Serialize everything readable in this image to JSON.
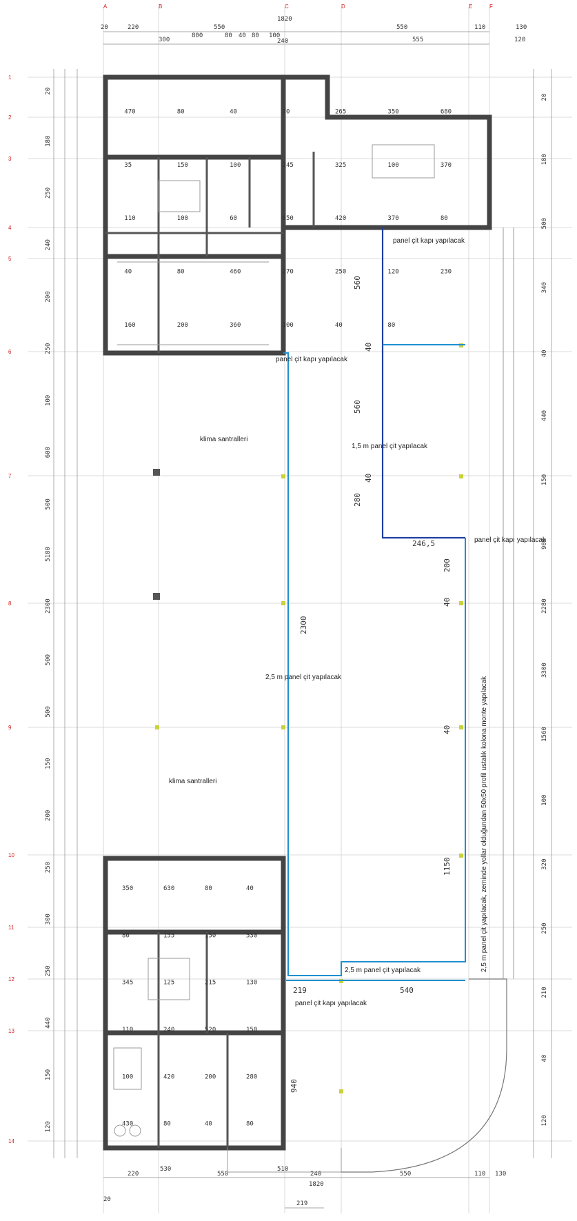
{
  "axes": {
    "columns": [
      "A",
      "B",
      "C",
      "D",
      "E",
      "F"
    ],
    "rows": [
      "1",
      "2",
      "3",
      "4",
      "5",
      "6",
      "7",
      "8",
      "9",
      "10",
      "11",
      "12",
      "13",
      "14"
    ]
  },
  "top_dims": {
    "row1": [
      "20",
      "220",
      "550",
      "1820",
      "550",
      "110",
      "130"
    ],
    "row2": [
      "300",
      "800",
      "80",
      "40",
      "80",
      "100",
      "240",
      "555",
      "120"
    ]
  },
  "bottom_dims": {
    "row1": [
      "220",
      "530",
      "550",
      "510",
      "240",
      "550",
      "110",
      "130"
    ],
    "row2": [
      "1820",
      "20",
      "219"
    ]
  },
  "left_dims": [
    "20",
    "180",
    "250",
    "240",
    "200",
    "250",
    "100",
    "600",
    "500",
    "5180",
    "2300",
    "500",
    "500",
    "150",
    "200",
    "250",
    "300",
    "250",
    "440",
    "150",
    "120"
  ],
  "right_dims": [
    "20",
    "180",
    "500",
    "340",
    "40",
    "440",
    "150",
    "900",
    "2280",
    "3300",
    "1560",
    "100",
    "320",
    "250",
    "210",
    "40",
    "120"
  ],
  "room_dims": {
    "top_block": [
      "470",
      "80",
      "40",
      "70",
      "265",
      "350",
      "680",
      "35",
      "150",
      "100",
      "245",
      "325",
      "100",
      "370",
      "110",
      "100",
      "60",
      "650",
      "420",
      "370",
      "80",
      "40",
      "80",
      "460",
      "270",
      "250",
      "120",
      "230",
      "160",
      "200",
      "360",
      "100",
      "40",
      "80"
    ],
    "bottom_block": [
      "350",
      "630",
      "80",
      "40",
      "80",
      "155",
      "150",
      "530",
      "345",
      "125",
      "215",
      "130",
      "110",
      "240",
      "520",
      "150",
      "100",
      "420",
      "200",
      "280",
      "430",
      "80",
      "40",
      "80"
    ]
  },
  "annotations": {
    "door_1": "panel çit kapı yapılacak",
    "door_2": "panel çit kapı yapılacak",
    "panel_15": "1,5 m panel çit yapılacak",
    "door_3": "panel çit kapı yapılacak",
    "klima_1": "klima santralleri",
    "klima_2": "klima santralleri",
    "panel_25_center": "2,5 m panel çit yapılacak",
    "panel_25_vertical": "2,5 m panel çit yapılacak, zeminde yollar olduğundan 50x50 profil ustalık kolona monte yapılacak",
    "panel_25_bottom": "2,5 m panel çit yapılacak",
    "door_4": "panel çit kapı yapılacak",
    "seg_2465": "246,5",
    "seg_560_a": "560",
    "seg_560_b": "560",
    "seg_280": "280",
    "seg_2300": "2300",
    "seg_1150": "1150",
    "seg_540": "540",
    "seg_219": "219",
    "seg_940": "940",
    "seg_200": "200",
    "seg_40a": "40",
    "seg_40b": "40",
    "seg_40c": "40",
    "seg_40d": "40"
  },
  "colors": {
    "wall": "#444444",
    "panel_fence": "#1e8fd0",
    "panel_fence_dark": "#1d3fa0",
    "axis_label": "#d02020",
    "column_marker": "#c9d23a"
  }
}
